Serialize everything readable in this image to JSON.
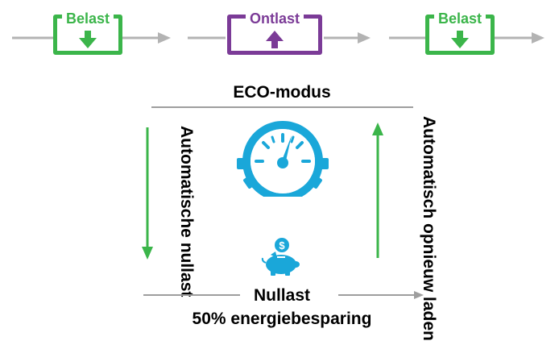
{
  "cycle": {
    "step1_label": "Belast",
    "step2_label": "Ontlast",
    "step3_label": "Belast"
  },
  "eco": {
    "title": "ECO-modus",
    "left_label": "Automatische nullast",
    "right_label": "Automatisch opnieuw laden",
    "idle_label": "Nullast",
    "saving_label": "50% energiebesparing"
  },
  "icons": [
    "speedometer-gear-icon",
    "piggy-bank-icon"
  ],
  "colors": {
    "green": "#3bb54a",
    "purple": "#7b3b97",
    "gray": "#9e9e9e",
    "cyan": "#1aa7d9"
  }
}
